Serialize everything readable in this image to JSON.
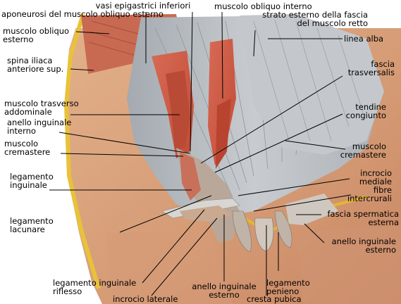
{
  "labels": {
    "vasi_epigastrici": "vasi epigastrici inferiori",
    "aponeurosi_1": "aponeurosi del muscolo obliquo esterno",
    "obliquo_interno": "muscolo obliquo interno",
    "strato_1": "strato esterno della fascia",
    "strato_2": "del muscolo retto",
    "obliquo_esterno_1": "muscolo obliquo",
    "obliquo_esterno_2": "esterno",
    "linea_alba": "linea alba",
    "spina_1": "spina iliaca",
    "spina_2": "anteriore sup.",
    "fascia_trasv_1": "fascia",
    "fascia_trasv_2": "trasversalis",
    "trasverso_1": "muscolo trasverso",
    "trasverso_2": "addominale",
    "tendine_1": "tendine",
    "tendine_2": "congiunto",
    "anello_int_1": "anello inguinale",
    "anello_int_2": "interno",
    "cremastere_sx_1": "muscolo",
    "cremastere_sx_2": "cremastere",
    "cremastere_dx_1": "muscolo",
    "cremastere_dx_2": "cremastere",
    "legamento_ing_1": "legamento",
    "legamento_ing_2": "inguinale",
    "incrocio_mediale_1": "incrocio",
    "incrocio_mediale_2": "mediale",
    "fibre_1": "fibre",
    "fibre_2": "intercrurali",
    "lacunare_1": "legamento",
    "lacunare_2": "lacunare",
    "fascia_sperm_1": "fascia spermatica",
    "fascia_sperm_2": "esterna",
    "anello_est_dx_1": "anello inguinale",
    "anello_est_dx_2": "esterno",
    "riflesso_1": "legamento inguinale",
    "riflesso_2": "riflesso",
    "anello_est_c_1": "anello inguinale",
    "anello_est_c_2": "esterno",
    "penieno_1": "legamento",
    "penieno_2": "penieno",
    "incrocio_laterale": "incrocio laterale",
    "cresta_pubica": "cresta pubica"
  }
}
